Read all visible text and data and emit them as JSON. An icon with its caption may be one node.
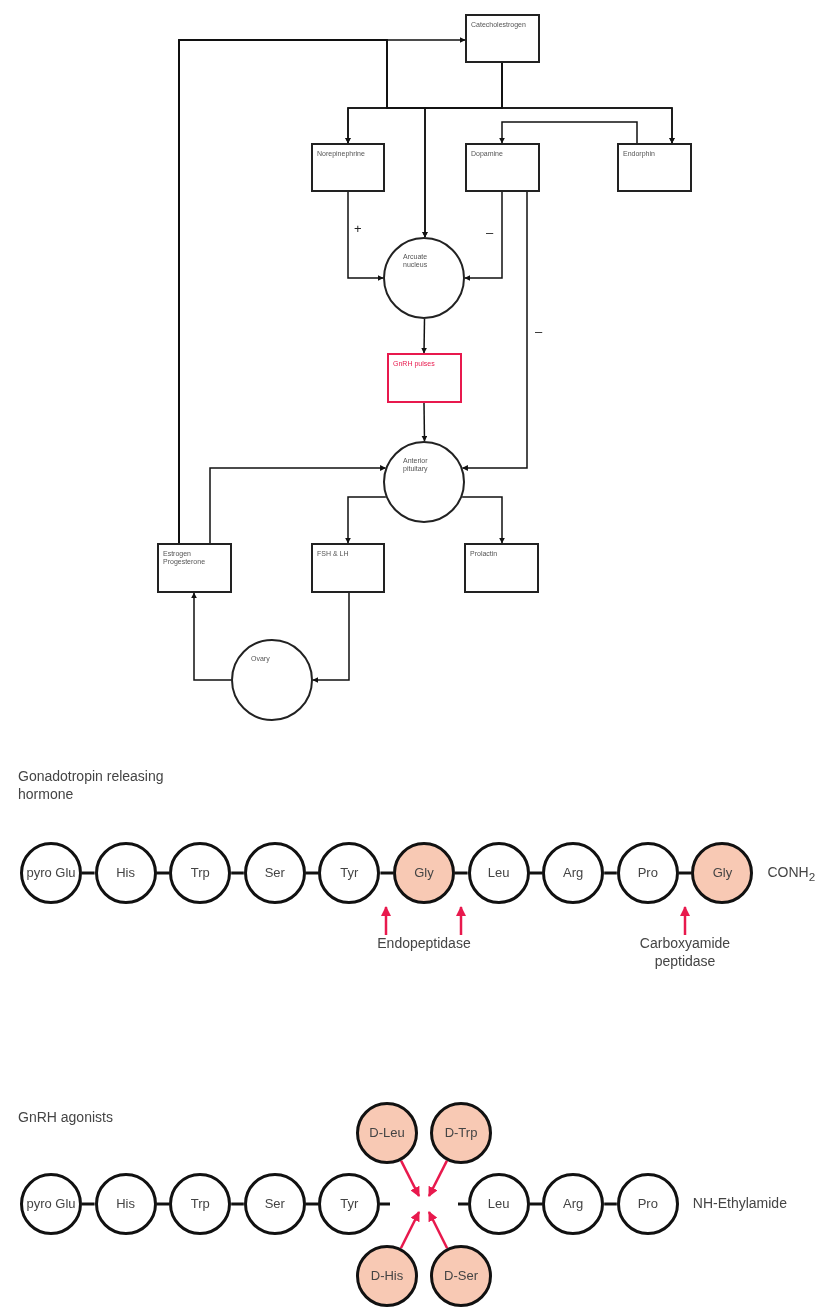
{
  "diagram": {
    "nodes": [
      {
        "text": [
          "Catecholestrogen"
        ]
      },
      {
        "text": [
          "Norepinephrine"
        ]
      },
      {
        "text": [
          "Dopamine"
        ]
      },
      {
        "text": [
          "Endorphin"
        ]
      },
      {
        "text": [
          "Arcuate nucleus"
        ]
      },
      {
        "text": [
          "GnRH pulses"
        ]
      },
      {
        "text": [
          "Anterior pituitary"
        ]
      },
      {
        "text": [
          "Estrogen Progesterone"
        ]
      },
      {
        "text": [
          "FSH & LH"
        ]
      },
      {
        "text": [
          "Prolactin"
        ]
      },
      {
        "text": [
          "Ovary"
        ]
      },
      {
        "text": [
          "pyro Glu"
        ]
      },
      {
        "text": [
          "His"
        ]
      },
      {
        "text": [
          "Trp"
        ]
      },
      {
        "text": [
          "Ser"
        ]
      },
      {
        "text": [
          "Tyr"
        ]
      },
      {
        "text": [
          "Gly"
        ]
      },
      {
        "text": [
          "Leu"
        ]
      },
      {
        "text": [
          "Arg"
        ]
      },
      {
        "text": [
          "Pro"
        ]
      },
      {
        "text": [
          "Gly"
        ],
        "beside": [
          "CONH$_{2}$"
        ]
      },
      {
        "text": [
          "Endopeptidase"
        ]
      },
      {
        "text": [
          "Carboxyamide peptidase"
        ]
      },
      {
        "text": [
          "D-Leu"
        ]
      },
      {
        "text": [
          "D-Trp"
        ]
      },
      {
        "text": [
          "pyro Glu"
        ]
      },
      {
        "text": [
          "His"
        ]
      },
      {
        "text": [
          "Trp"
        ]
      },
      {
        "text": [
          "Ser"
        ]
      },
      {
        "text": [
          "Tyr"
        ]
      },
      {
        "text": [
          "Leu"
        ]
      },
      {
        "text": [
          "Arg"
        ]
      },
      {
        "text": [
          "Pro"
        ],
        "beside": [
          "NH-Ethylamide"
        ]
      },
      {
        "text": [
          "D-His"
        ]
      },
      {
        "text": [
          "D-Ser"
        ]
      }
    ],
    "edges": [
      {
        "from": 7,
        "to": 0,
        "arrow": "to"
      },
      {
        "from": 7,
        "to": 1,
        "arrow": "to"
      },
      {
        "from": 7,
        "to": 4,
        "arrow": "to"
      },
      {
        "from": 7,
        "to": 3,
        "arrow": "to"
      },
      {
        "from": 0,
        "to": 1,
        "arrow": "to"
      },
      {
        "from": 0,
        "to": 4,
        "arrow": "to"
      },
      {
        "from": 0,
        "to": 3,
        "arrow": "to"
      },
      {
        "from": 3,
        "to": 2,
        "arrow": "to"
      },
      {
        "from": 1,
        "to": 4,
        "arrow": "to",
        "label": "+"
      },
      {
        "from": 2,
        "to": 4,
        "arrow": "to",
        "label": "–"
      },
      {
        "from": 2,
        "to": 6,
        "arrow": "to",
        "label": "–"
      },
      {
        "from": 4,
        "to": 5,
        "arrow": "to"
      },
      {
        "from": 5,
        "to": 6,
        "arrow": "to"
      },
      {
        "from": 7,
        "to": 6,
        "arrow": "to"
      },
      {
        "from": 6,
        "to": 8,
        "arrow": "to"
      },
      {
        "from": 6,
        "to": 9,
        "arrow": "to"
      },
      {
        "from": 8,
        "to": 10,
        "arrow": "to"
      },
      {
        "from": 10,
        "to": 7,
        "arrow": "to"
      },
      {
        "from": 11,
        "to": 12,
        "arrow": "none"
      },
      {
        "from": 12,
        "to": 13,
        "arrow": "none"
      },
      {
        "from": 13,
        "to": 14,
        "arrow": "none"
      },
      {
        "from": 14,
        "to": 15,
        "arrow": "none"
      },
      {
        "from": 15,
        "to": 16,
        "arrow": "none"
      },
      {
        "from": 16,
        "to": 17,
        "arrow": "none"
      },
      {
        "from": 17,
        "to": 18,
        "arrow": "none"
      },
      {
        "from": 18,
        "to": 19,
        "arrow": "none"
      },
      {
        "from": 19,
        "to": 20,
        "arrow": "none"
      },
      {
        "from": 21,
        "to": null,
        "arrow": "to",
        "color": "#e8194d"
      },
      {
        "from": 21,
        "to": null,
        "arrow": "to",
        "color": "#e8194d"
      },
      {
        "from": 22,
        "to": null,
        "arrow": "to",
        "color": "#e8194d"
      },
      {
        "from": 25,
        "to": 26,
        "arrow": "none"
      },
      {
        "from": 26,
        "to": 27,
        "arrow": "none"
      },
      {
        "from": 27,
        "to": 28,
        "arrow": "none"
      },
      {
        "from": 28,
        "to": 29,
        "arrow": "none"
      },
      {
        "from": 30,
        "to": 31,
        "arrow": "none"
      },
      {
        "from": 31,
        "to": 32,
        "arrow": "none"
      },
      {
        "from": 23,
        "to": null,
        "arrow": "to",
        "color": "#e8194d"
      },
      {
        "from": 24,
        "to": null,
        "arrow": "to",
        "color": "#e8194d"
      },
      {
        "from": 33,
        "to": null,
        "arrow": "to",
        "color": "#e8194d"
      },
      {
        "from": 34,
        "to": null,
        "arrow": "to",
        "color": "#e8194d"
      }
    ],
    "labels": [
      "Gonadotropin releasing hormone",
      "GnRH agonists"
    ]
  }
}
